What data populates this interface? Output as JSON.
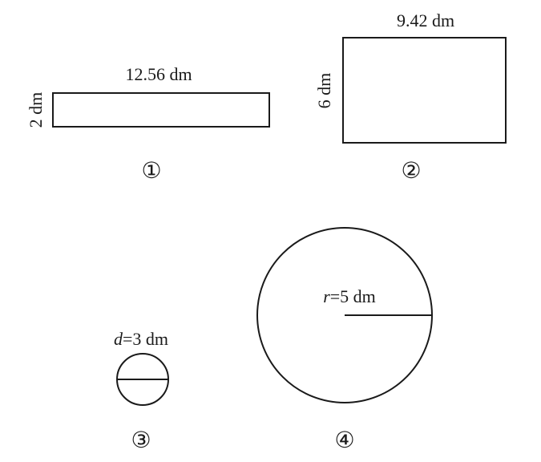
{
  "figures": [
    {
      "number": "①",
      "shape": "rectangle",
      "width_label": "12.56 dm",
      "height_label": "2 dm"
    },
    {
      "number": "②",
      "shape": "rectangle",
      "width_label": "9.42 dm",
      "height_label": "6 dm"
    },
    {
      "number": "③",
      "shape": "circle",
      "label_var": "d",
      "label_value": "=3 dm"
    },
    {
      "number": "④",
      "shape": "circle",
      "label_var": "r",
      "label_value": "=5 dm"
    }
  ]
}
